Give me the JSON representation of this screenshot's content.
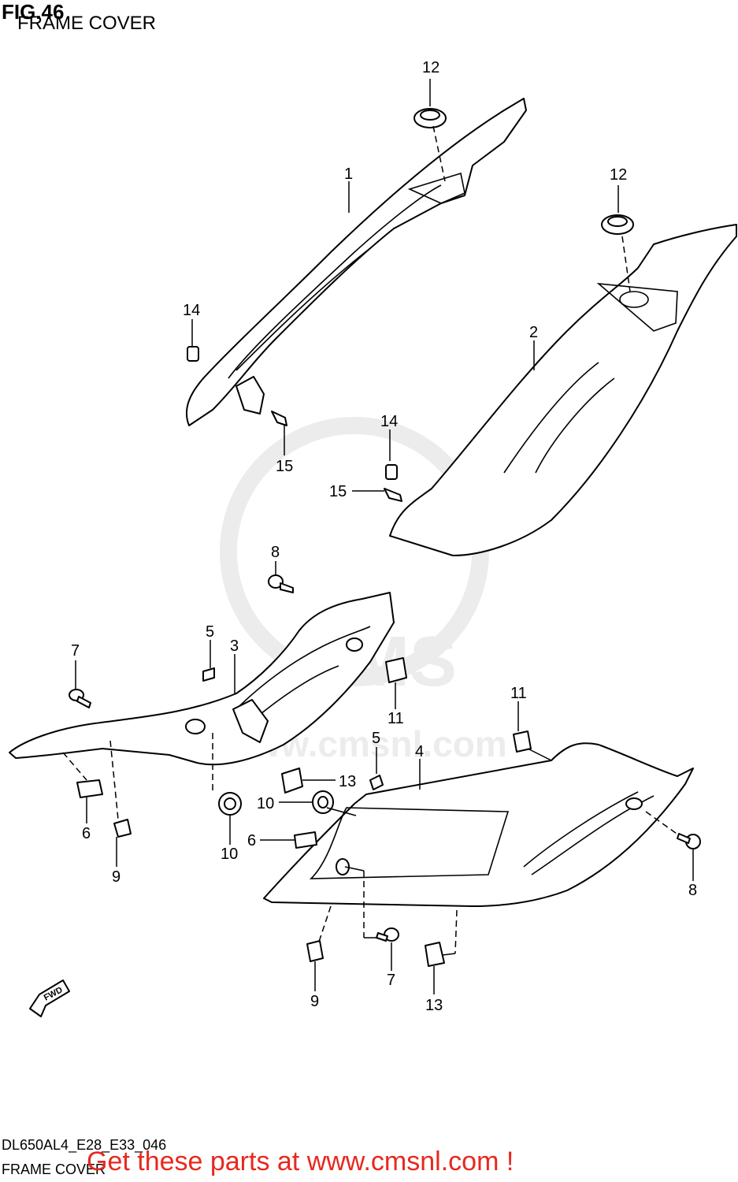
{
  "header": {
    "figure_label": "FIG.46",
    "title": "FRAME COVER"
  },
  "footer": {
    "drawing_code": "DL650AL4_E28_E33_046",
    "title": "FRAME COVER",
    "promo": "Get these parts at www.cmsnl.com !"
  },
  "watermark": {
    "text": "www.cmsnl.com",
    "logo": "CMS"
  },
  "direction_badge": "FWD",
  "callouts": {
    "c1": "1",
    "c2": "2",
    "c3": "3",
    "c4": "4",
    "c5a": "5",
    "c5b": "5",
    "c6a": "6",
    "c6b": "6",
    "c7a": "7",
    "c7b": "7",
    "c8a": "8",
    "c8b": "8",
    "c9a": "9",
    "c9b": "9",
    "c10a": "10",
    "c10b": "10",
    "c11a": "11",
    "c11b": "11",
    "c12a": "12",
    "c12b": "12",
    "c13a": "13",
    "c13b": "13",
    "c14a": "14",
    "c14b": "14",
    "c15a": "15",
    "c15b": "15"
  }
}
